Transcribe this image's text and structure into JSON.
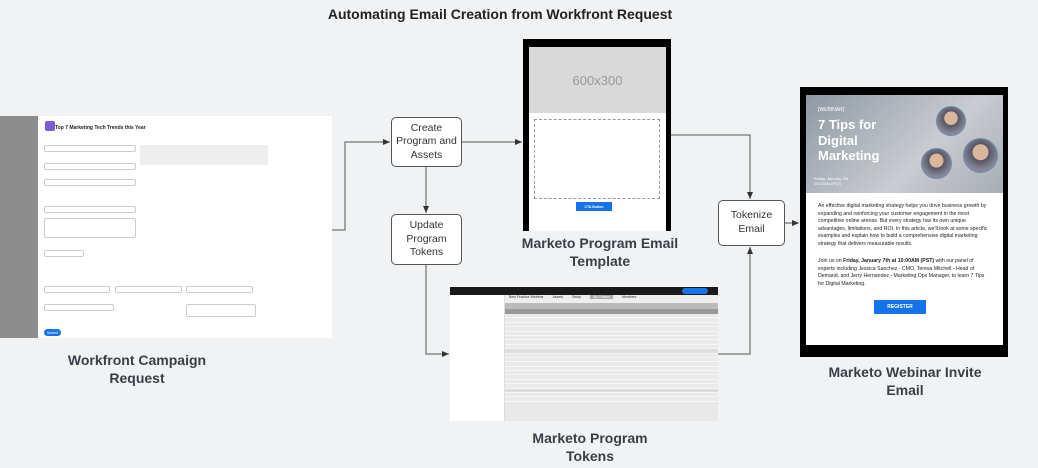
{
  "title": "Automating Email Creation from Workfront Request",
  "steps": {
    "create": "Create Program and Assets",
    "update": "Update Program Tokens",
    "tokenize": "Tokenize Email"
  },
  "labels": {
    "workfront": "Workfront Campaign Request",
    "template": "Marketo Program Email Template",
    "tokens": "Marketo Program Tokens",
    "invite": "Marketo Webinar Invite Email"
  },
  "workfront": {
    "request_title": "Top 7 Marketing Tech Trends this Year",
    "submit": "Submit"
  },
  "template": {
    "hero_placeholder": "600x300",
    "cta": "CTA Button"
  },
  "tokens": {
    "tabs": [
      "Best Practice Webinar",
      "Assets",
      "Setup",
      "My Tokens",
      "Members"
    ]
  },
  "email": {
    "tag": "[WEBINAR]",
    "headline": "7 Tips for Digital Marketing",
    "date": "Friday, January 7th 10:00AM (PST)",
    "para1": "An effective digital marketing strategy helps you drive business growth by expanding and reinforcing your customer engagement in the most competitive online arenas. But every strategy has its own unique advantages, limitations, and ROI. In this article, we'll look at some specific examples and explain how to build a comprehensive digital marketing strategy that delivers measurable results.",
    "para2_pre": "Join us on ",
    "para2_bold": "Friday, January 7th at 10:00AM (PST)",
    "para2_post": " with our panel of experts including Jessica Sanchez - CMO, Teresa Mitchell - Head of Demand, and Jerry Hernandez - Marketing Ops Manager, to learn 7 Tips for Digital Marketing.",
    "register": "REGISTER"
  }
}
